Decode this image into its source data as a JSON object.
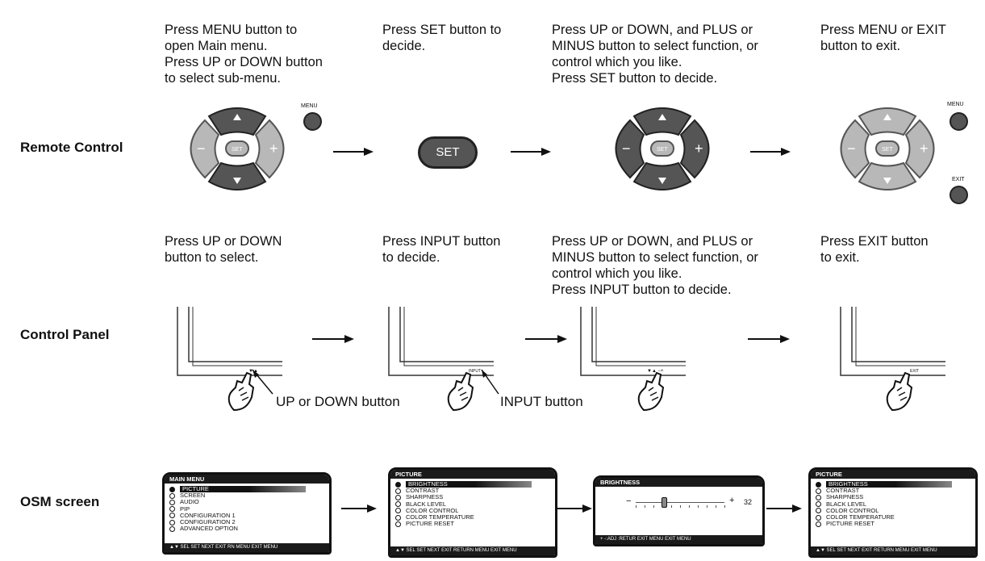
{
  "columns": [
    {
      "remote_text": [
        "Press MENU button to",
        "open Main menu.",
        "Press UP or DOWN button",
        "to select sub-menu."
      ],
      "panel_text": [
        "Press UP or DOWN",
        "button to select."
      ]
    },
    {
      "remote_text": [
        "Press SET button to",
        "decide."
      ],
      "panel_text": [
        "Press INPUT button",
        "to decide."
      ]
    },
    {
      "remote_text": [
        "Press UP or DOWN, and PLUS or",
        "MINUS button to select function, or",
        "control which you like.",
        "Press SET button to decide."
      ],
      "panel_text": [
        "Press UP or DOWN, and PLUS or",
        "MINUS button to select function, or",
        "control which you like.",
        "Press INPUT button to decide."
      ]
    },
    {
      "remote_text": [
        "Press MENU or EXIT",
        "button to exit."
      ],
      "panel_text": [
        "Press EXIT button",
        "to exit."
      ]
    }
  ],
  "rows": {
    "remote": "Remote Control",
    "panel": "Control Panel",
    "osm": "OSM screen"
  },
  "remote_labels": {
    "menu": "MENU",
    "exit": "EXIT",
    "set": "SET",
    "plus": "+",
    "minus": "−"
  },
  "callouts": {
    "up_down": "UP or DOWN button",
    "input": "INPUT button"
  },
  "osm": {
    "main": {
      "title": "MAIN MENU",
      "items": [
        "PICTURE",
        "SCREEN",
        "AUDIO",
        "PIP",
        "CONFIGURATION 1",
        "CONFIGURATION 2",
        "ADVANCED OPTION"
      ],
      "footer": "▲▼ SEL SET NEXT EXIT RN   MENU EXIT MENU"
    },
    "picture": {
      "title": "PICTURE",
      "items": [
        "BRIGHTNESS",
        "CONTRAST",
        "SHARPNESS",
        "BLACK LEVEL",
        "COLOR CONTROL",
        "COLOR TEMPERATURE",
        "PICTURE RESET"
      ],
      "footer": "▲▼ SEL SET NEXT EXIT RETURN MENU EXIT MENU"
    },
    "brightness": {
      "title": "BRIGHTNESS",
      "value": "32",
      "level": 0.32,
      "footer": "+ -:ADJ :RETUR EXIT  MENU EXIT MENU"
    }
  }
}
